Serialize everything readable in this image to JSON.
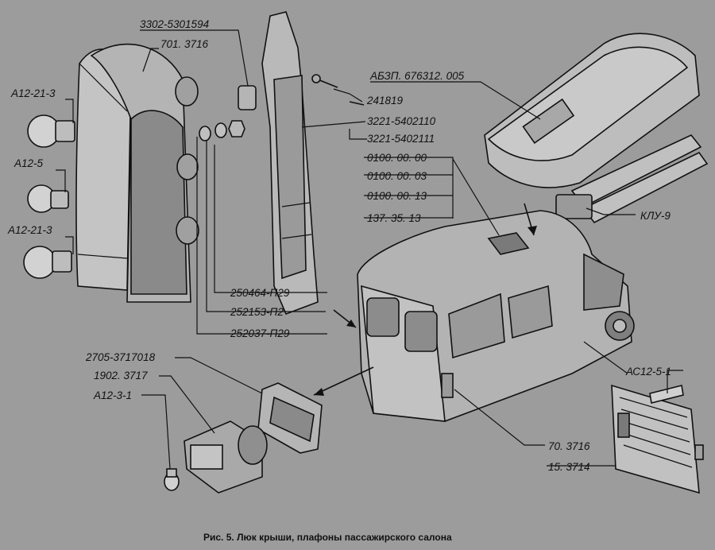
{
  "labels": {
    "lamp_a12_21_3_top": "А12-21-3",
    "lamp_a12_5": "А12-5",
    "lamp_a12_21_3_bottom": "А12-21-3",
    "part_3302_5301594": "3302-5301594",
    "part_701_3716": "701. 3716",
    "part_abzp": "АБЗП. 676312. 005",
    "part_241819": "241819",
    "part_3221_5402110": "3221-5402110",
    "part_3221_5402111": "3221-5402111",
    "part_0100_00_00": "0100. 00. 00",
    "part_0100_00_03": "0100. 00. 03",
    "part_0100_00_13": "0100. 00. 13",
    "part_137_35_13": "137. 35. 13",
    "part_klu_9": "КЛУ-9",
    "part_250464": "250464-П29",
    "part_252153": "252153-П2",
    "part_252037": "252037-П29",
    "part_2705": "2705-3717018",
    "part_1902": "1902. 3717",
    "part_a12_3_1": "А12-3-1",
    "part_ac12_5_1": "АС12-5-1",
    "part_70_3716": "70. 3716",
    "part_15_3714": "15. 3714"
  },
  "caption": "Рис. 5.  Люк крыши, плафоны пассажирского салона",
  "colors": {
    "background": "#9c9c9c",
    "ink": "#111111",
    "part_light": "#c8c8c8",
    "part_mid": "#b0b0b0",
    "part_dark": "#7a7a7a"
  }
}
